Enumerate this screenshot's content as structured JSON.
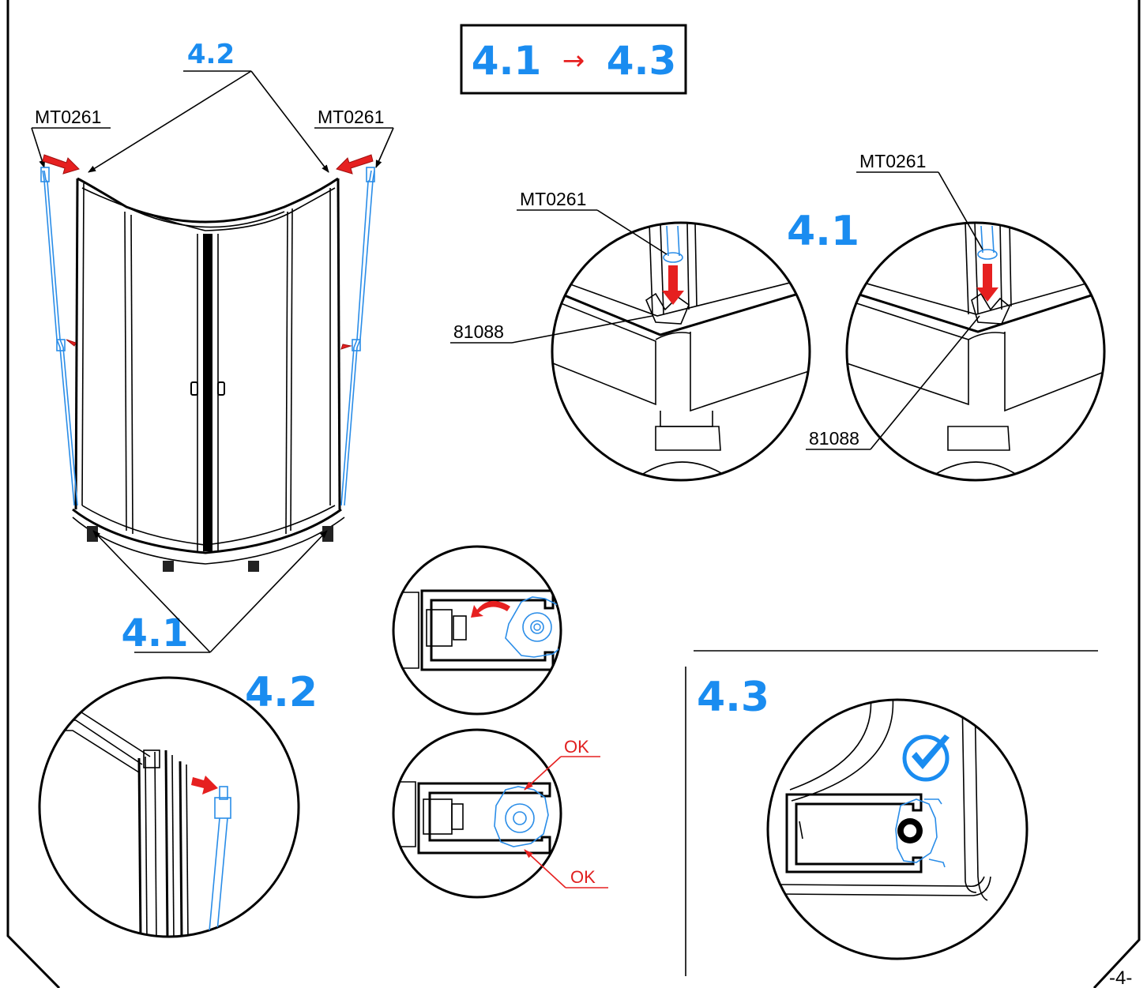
{
  "header": {
    "step_range": "4.1 → 4.3",
    "step_from": "4.1",
    "step_arrow": "→",
    "step_to": "4.3"
  },
  "overview": {
    "top_step": "4.2",
    "bottom_step": "4.1",
    "left_part": "MT0261",
    "right_part": "MT0261"
  },
  "detail_41": {
    "step": "4.1",
    "left_circle": {
      "part_top": "MT0261",
      "part_side": "81088"
    },
    "right_circle": {
      "part_top": "MT0261",
      "part_side": "81088"
    }
  },
  "detail_42": {
    "step": "4.2"
  },
  "rotate_detail": {
    "ok_top": "OK",
    "ok_bottom": "OK"
  },
  "detail_43": {
    "step": "4.3"
  },
  "footer": {
    "page_number": "-4-"
  },
  "colors": {
    "step_blue": "#1a8cf0",
    "arrow_red": "#e62020",
    "part_blue": "#2a8de8"
  }
}
